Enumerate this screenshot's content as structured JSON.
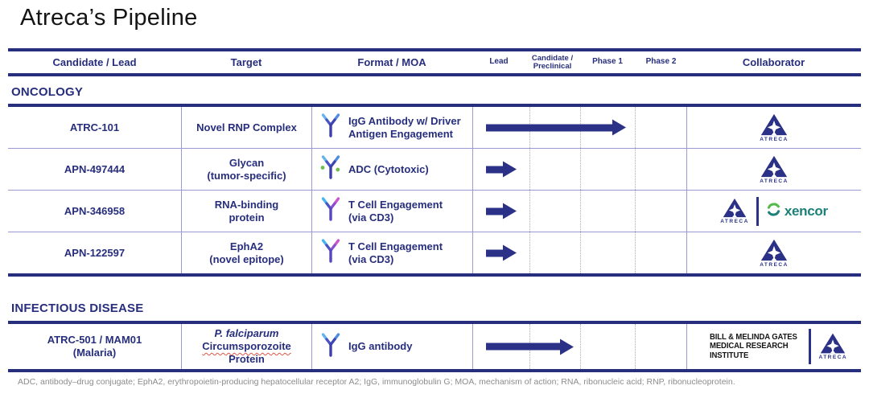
{
  "title": "Atreca’s Pipeline",
  "header": {
    "columns": [
      "Candidate / Lead",
      "Target",
      "Format / MOA",
      "Lead",
      "Candidate / Preclinical",
      "Phase 1",
      "Phase 2",
      "Collaborator"
    ]
  },
  "sections": {
    "oncology": {
      "label": "ONCOLOGY",
      "rows": [
        {
          "candidate": "ATRC-101",
          "target": "Novel RNP Complex",
          "format_icon": "igg-antibody",
          "format_line1": "IgG Antibody w/ Driver",
          "format_line2": "Antigen Engagement",
          "stage": "Phase 1",
          "collaborators": [
            "Atreca"
          ]
        },
        {
          "candidate": "APN-497444",
          "target_line1": "Glycan",
          "target_line2": "(tumor-specific)",
          "format_icon": "adc-antibody",
          "format_line1": "ADC (Cytotoxic)",
          "stage": "Lead",
          "collaborators": [
            "Atreca"
          ]
        },
        {
          "candidate": "APN-346958",
          "target_line1": "RNA-binding",
          "target_line2": "protein",
          "format_icon": "tcell-antibody",
          "format_line1": "T Cell Engagement",
          "format_line2": "(via CD3)",
          "stage": "Lead",
          "collaborators": [
            "Atreca",
            "Xencor"
          ]
        },
        {
          "candidate": "APN-122597",
          "target_line1": "EphA2",
          "target_line2": "(novel epitope)",
          "format_icon": "tcell-antibody",
          "format_line1": "T Cell Engagement",
          "format_line2": "(via CD3)",
          "stage": "Lead",
          "collaborators": [
            "Atreca"
          ]
        }
      ]
    },
    "infectious": {
      "label": "INFECTIOUS DISEASE",
      "rows": [
        {
          "candidate_line1": "ATRC-501 / MAM01",
          "candidate_line2": "(Malaria)",
          "target_line1": "P. falciparum",
          "target_line2": "Circumsporozoite",
          "target_line3": "Protein",
          "format_icon": "igg-antibody",
          "format_line1": "IgG antibody",
          "stage": "Candidate / Preclinical",
          "collaborators": [
            "Bill & Melinda Gates Medical Research Institute",
            "Atreca"
          ]
        }
      ]
    }
  },
  "logos": {
    "atreca": "ATRECA",
    "xencor": "xencor",
    "gates_line1": "BILL & MELINDA GATES",
    "gates_line2": "MEDICAL RESEARCH",
    "gates_line3": "INSTITUTE"
  },
  "footer": "ADC, antibody–drug conjugate; EphA2, erythropoietin-producing hepatocellular receptor A2; IgG, immunoglobulin G; MOA, mechanism of action; RNA, ribonucleic acid; RNP, ribonucleoprotein.",
  "colors": {
    "navy": "#2B3187",
    "line_navy": "#272E7D",
    "thin_border": "#9A9AD2",
    "xencor_teal": "#1C8078",
    "xencor_green": "#55B94C",
    "footer_gray": "#8C8C8C"
  }
}
